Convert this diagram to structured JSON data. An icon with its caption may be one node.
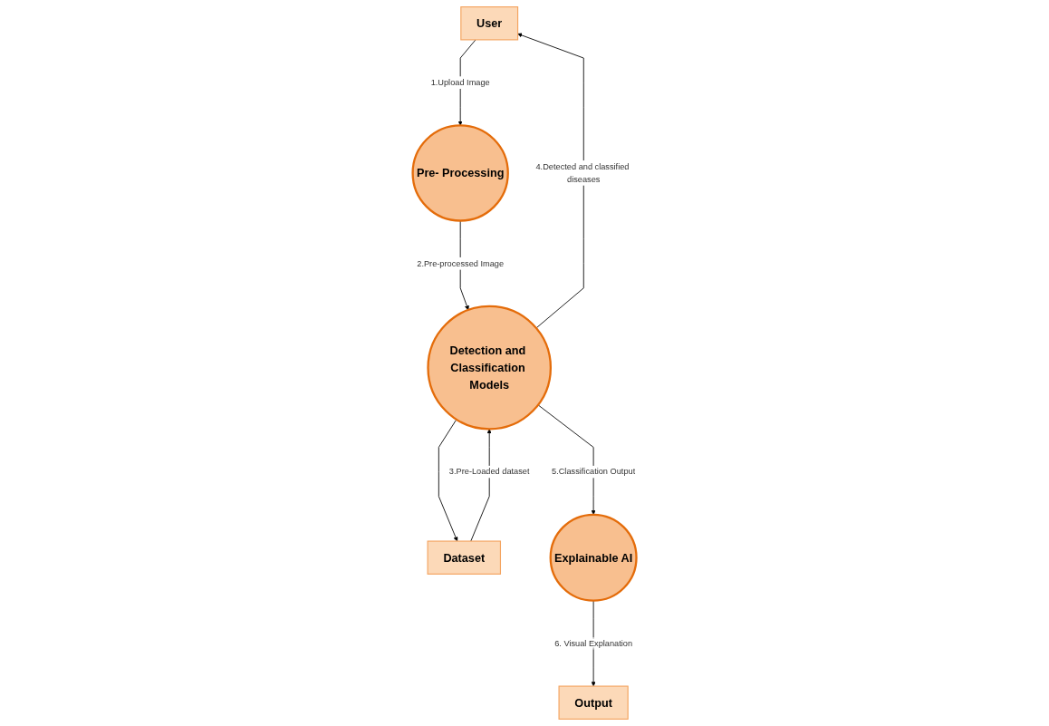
{
  "diagram": {
    "nodes": [
      {
        "text": [
          "User"
        ]
      },
      {
        "text": [
          "Pre- Processing"
        ]
      },
      {
        "text": [
          "Detection and Classification Models"
        ]
      },
      {
        "text": [
          "Dataset"
        ]
      },
      {
        "text": [
          "Explainable AI"
        ]
      },
      {
        "text": [
          "Output"
        ]
      }
    ],
    "edges": [
      {
        "from": 0,
        "to": 1,
        "arrow": "to",
        "label": "1.Upload Image"
      },
      {
        "from": 1,
        "to": 2,
        "arrow": "to",
        "label": "2.Pre-processed Image"
      },
      {
        "from": 2,
        "to": 3,
        "arrow": "to"
      },
      {
        "from": 3,
        "to": 2,
        "arrow": "to",
        "label": "3.Pre-Loaded dataset"
      },
      {
        "from": 2,
        "to": 0,
        "arrow": "to",
        "label": "4.Detected and classified diseases"
      },
      {
        "from": 2,
        "to": 4,
        "arrow": "to",
        "label": "5.Classification Output"
      },
      {
        "from": 4,
        "to": 5,
        "arrow": "to",
        "label": "6. Visual Explanation"
      }
    ]
  }
}
